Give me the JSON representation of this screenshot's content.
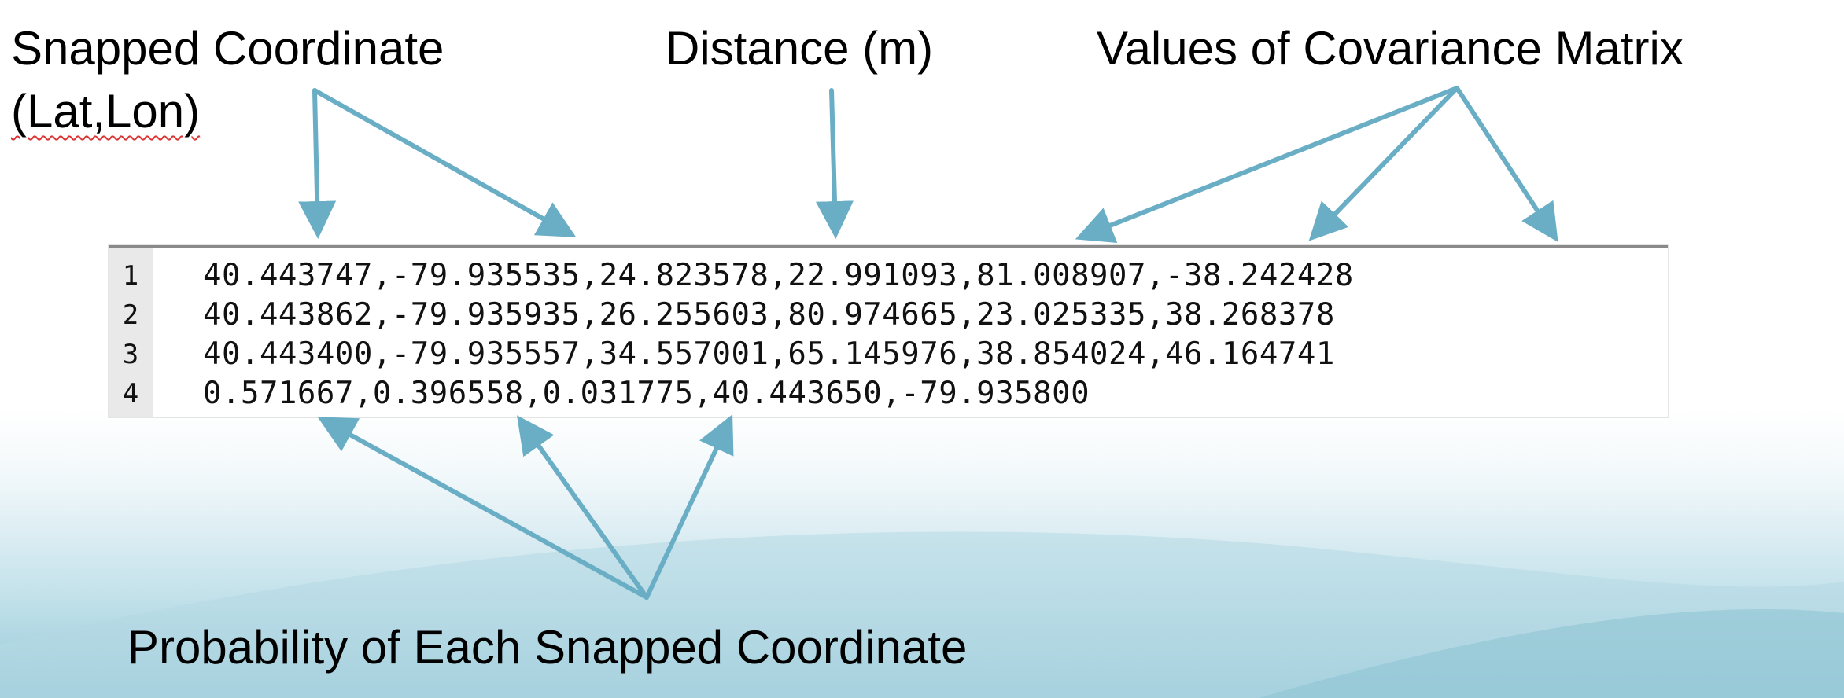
{
  "labels": {
    "snapped_coordinate": "Snapped Coordinate",
    "lat_lon": "(Lat,Lon)",
    "distance": "Distance (m)",
    "covariance": "Values of Covariance Matrix",
    "probability": "Probability of Each Snapped Coordinate"
  },
  "code_lines": [
    {
      "num": "1",
      "text": "40.443747,-79.935535,24.823578,22.991093,81.008907,-38.242428"
    },
    {
      "num": "2",
      "text": "40.443862,-79.935935,26.255603,80.974665,23.025335,38.268378"
    },
    {
      "num": "3",
      "text": "40.443400,-79.935557,34.557001,65.145976,38.854024,46.164741"
    },
    {
      "num": "4",
      "text": "0.571667,0.396558,0.031775,40.443650,-79.935800"
    }
  ],
  "colors": {
    "arrow": "#6aaec6",
    "background_accent": "#97c9d8"
  }
}
